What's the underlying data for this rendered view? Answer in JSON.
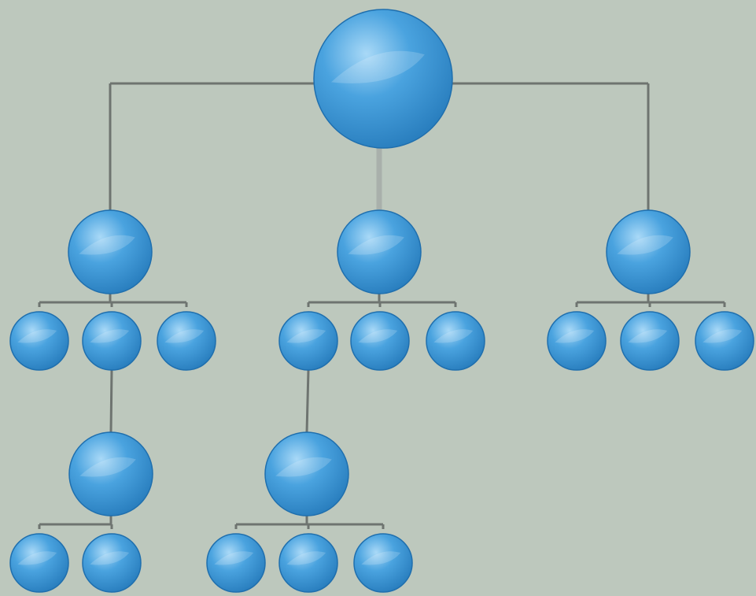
{
  "colors": {
    "background": "#bdc8bd",
    "connector": "#6e7470",
    "trunk": "#a9b0ab",
    "node_fill": "#4aa3df",
    "node_light": "#a9d9f7",
    "node_dark": "#2a7fbf",
    "node_rim": "#1f6fae"
  },
  "diagram": {
    "type": "hierarchy-tree",
    "node_icon": "sphere-node-icon",
    "root": {
      "id": "root",
      "children": [
        {
          "id": "branch-left",
          "children": [
            {
              "id": "leaf-left-1"
            },
            {
              "id": "leaf-left-2",
              "children": [
                {
                  "id": "sub-left",
                  "children": [
                    {
                      "id": "leaf-sub-left-1"
                    },
                    {
                      "id": "leaf-sub-left-2"
                    }
                  ]
                }
              ]
            },
            {
              "id": "leaf-left-3"
            }
          ]
        },
        {
          "id": "branch-center",
          "children": [
            {
              "id": "leaf-center-1",
              "children": [
                {
                  "id": "sub-center",
                  "children": [
                    {
                      "id": "leaf-sub-center-1"
                    },
                    {
                      "id": "leaf-sub-center-2"
                    },
                    {
                      "id": "leaf-sub-center-3"
                    }
                  ]
                }
              ]
            },
            {
              "id": "leaf-center-2"
            },
            {
              "id": "leaf-center-3"
            }
          ]
        },
        {
          "id": "branch-right",
          "children": [
            {
              "id": "leaf-right-1"
            },
            {
              "id": "leaf-right-2"
            },
            {
              "id": "leaf-right-3"
            }
          ]
        }
      ]
    }
  }
}
